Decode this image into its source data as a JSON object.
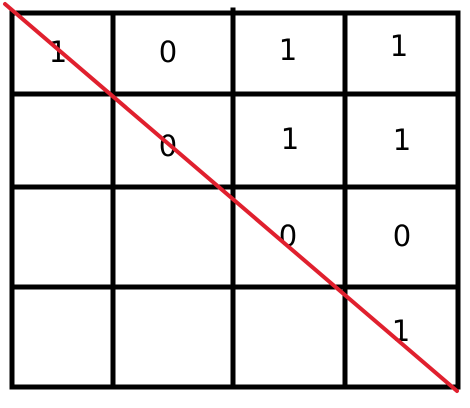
{
  "matrix": {
    "rows": [
      [
        "1",
        "0",
        "1",
        "1"
      ],
      [
        "",
        "0",
        "1",
        "1"
      ],
      [
        "",
        "",
        "0",
        "0"
      ],
      [
        "",
        "",
        "",
        "1"
      ]
    ]
  },
  "colors": {
    "grid": "#000000",
    "diagonal": "#e0202e",
    "background": "#ffffff"
  }
}
